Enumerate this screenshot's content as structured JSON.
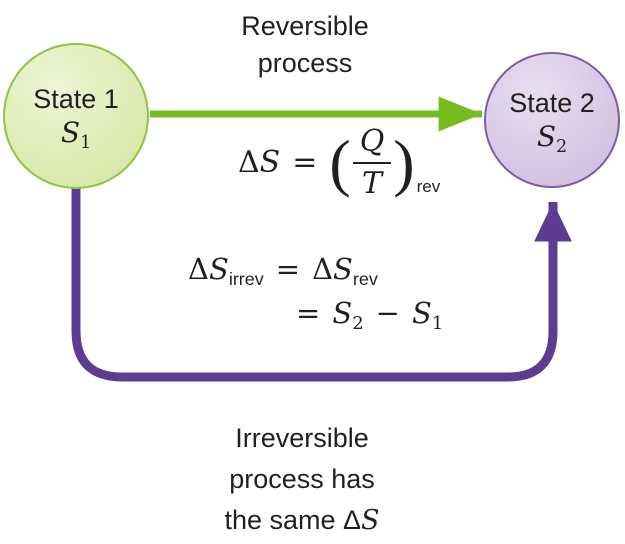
{
  "colors": {
    "green_fill": "#d9e9ab",
    "green_fill_light": "#eef5d6",
    "green_stroke": "#8cc63e",
    "green_arrow": "#76bc21",
    "purple_fill": "#d2c3e0",
    "purple_fill_light": "#e7def1",
    "purple_stroke": "#7d5ca8",
    "purple_arrow": "#5c3d91",
    "text": "#231f20"
  },
  "states": {
    "state1": {
      "label": "State 1",
      "symbol": "S",
      "subscript": "1"
    },
    "state2": {
      "label": "State 2",
      "symbol": "S",
      "subscript": "2"
    }
  },
  "reversible_caption": {
    "line1": "Reversible",
    "line2": "process"
  },
  "eq_reversible": {
    "delta": "Δ",
    "S": "S",
    "equals": "=",
    "open_paren": "(",
    "numerator": "Q",
    "denominator": "T",
    "close_paren": ")",
    "subscript": "rev"
  },
  "eq_irreversible": {
    "line1": {
      "delta": "Δ",
      "S": "S",
      "sub": "irrev",
      "equals": "=",
      "delta2": "Δ",
      "S2": "S",
      "sub2": "rev"
    },
    "line2": {
      "equals": "=",
      "Sa": "S",
      "sub_a": "2",
      "minus": "−",
      "Sb": "S",
      "sub_b": "1"
    }
  },
  "irreversible_caption": {
    "line1": "Irreversible",
    "line2": "process has",
    "line3_prefix": "the same ",
    "line3_delta": "Δ",
    "line3_S": "S"
  }
}
